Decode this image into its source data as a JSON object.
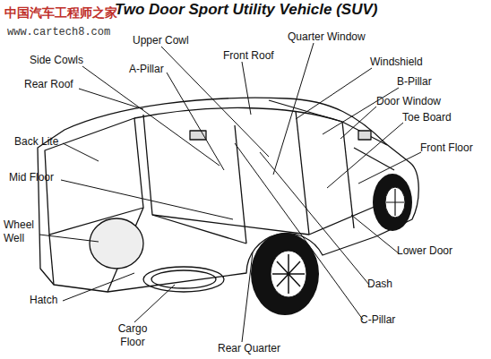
{
  "diagram": {
    "title": "Two Door Sport Utility Vehicle (SUV)",
    "labels": [
      "中国汽车工程师之家",
      "www.cartech8.com",
      "Upper Cowl",
      "Quarter Window",
      "Front Roof",
      "Side Cowls",
      "Windshield",
      "A-Pillar",
      "B-Pillar",
      "Rear Roof",
      "Door Window",
      "Toe Board",
      "Back Lite",
      "Front Floor",
      "Mid Floor",
      "Wheel Well",
      "Lower Door",
      "Dash",
      "Hatch",
      "C-Pillar",
      "Cargo Floor",
      "Rear Quarter"
    ]
  }
}
